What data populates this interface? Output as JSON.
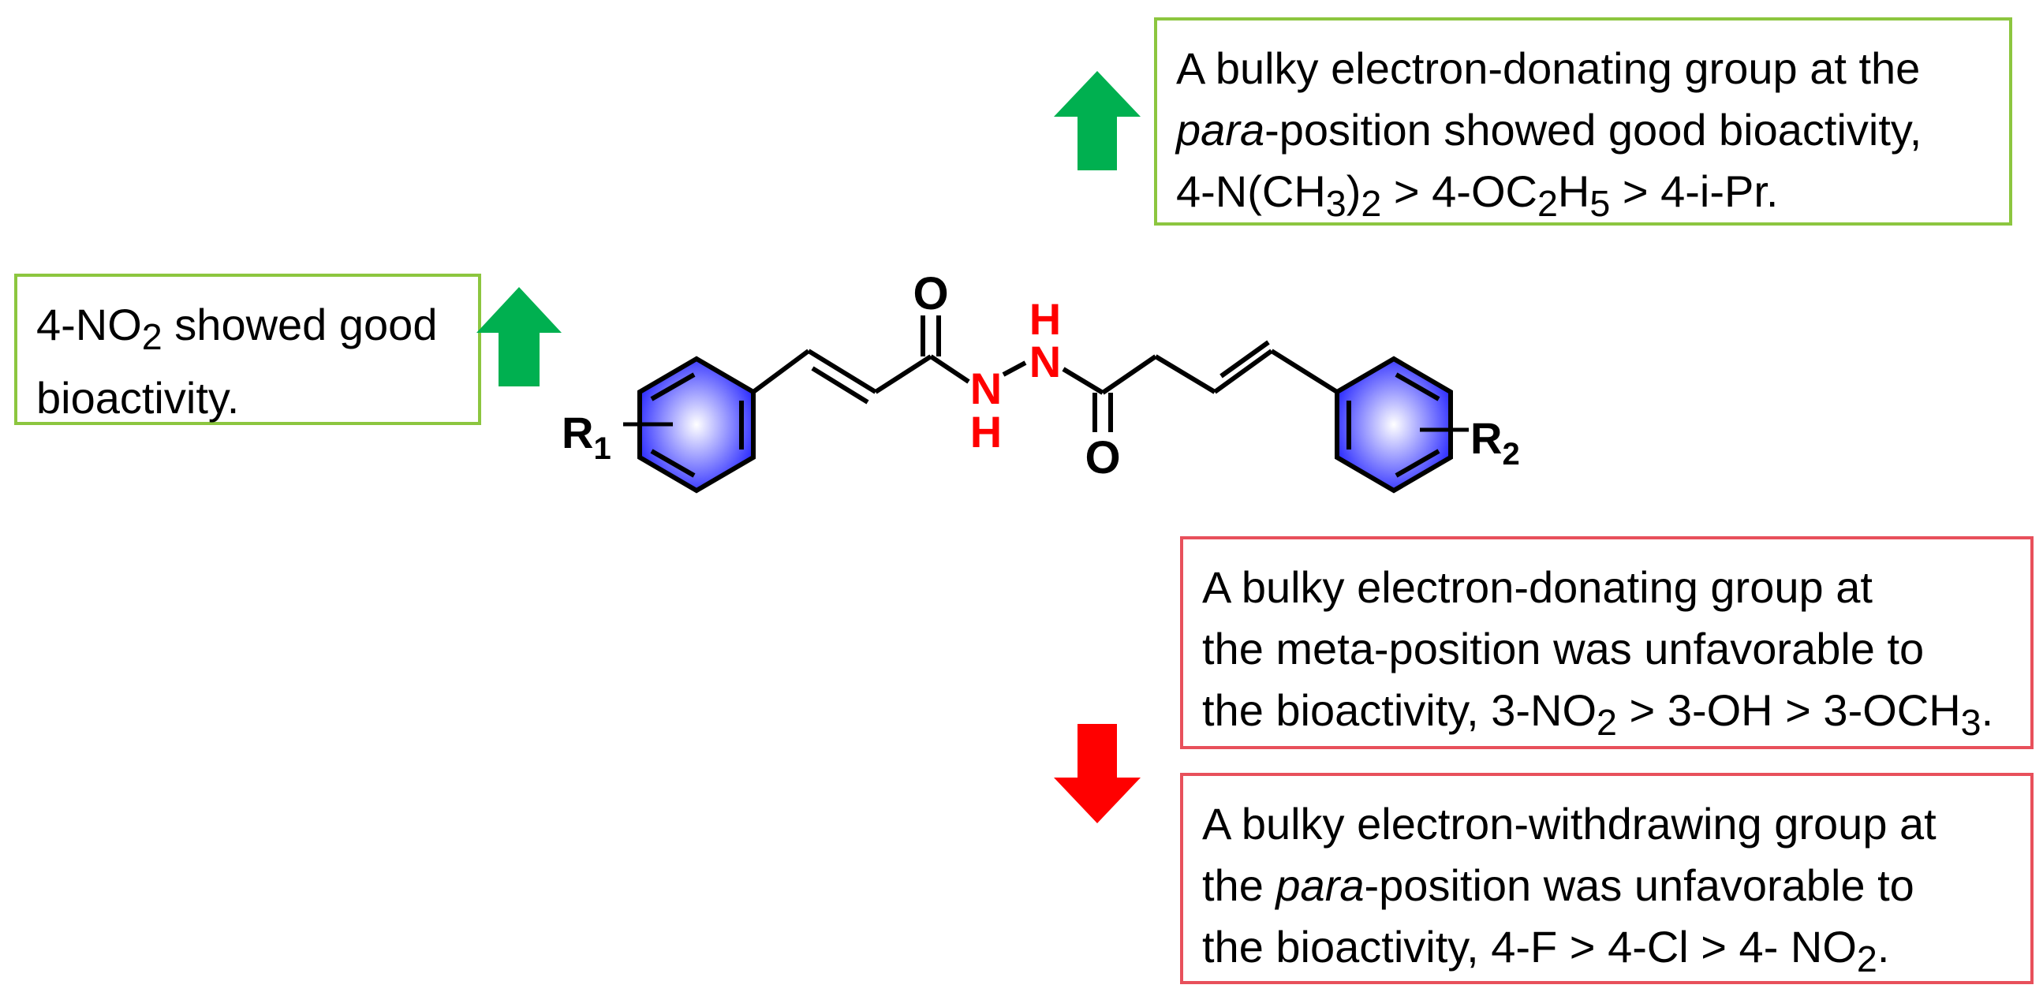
{
  "notes": {
    "para_edg": {
      "line1": "A bulky electron-donating group at the",
      "line2_italic": "para",
      "line2_rest": "-position showed good bioactivity,",
      "line3": {
        "a": "4-N(CH",
        "a_sub": "3",
        "b": ")",
        "b_sub": "2",
        "c": " > 4-OC",
        "c_sub": "2",
        "d": "H",
        "d_sub": "5",
        "e": " > 4-i-Pr."
      }
    },
    "nitro": {
      "a": "4-NO",
      "a_sub": "2",
      "b": " showed good",
      "line2": "bioactivity."
    },
    "meta": {
      "line1": "A bulky electron-donating group at",
      "line2": "the meta-position was unfavorable to",
      "line3": {
        "a": "the bioactivity, 3-NO",
        "a_sub": "2",
        "b": " > 3-OH > 3-OCH",
        "b_sub": "3",
        "c": "."
      }
    },
    "para_ewg": {
      "line1": "A bulky electron-withdrawing group at",
      "line2_pre": "the ",
      "line2_italic": "para",
      "line2_rest": "-position was unfavorable to",
      "line3": {
        "a": "the bioactivity, 4-F > 4-Cl > 4- NO",
        "a_sub": "2",
        "b": "."
      }
    }
  },
  "molecule": {
    "o_top": "O",
    "o_bottom": "O",
    "n1": "N",
    "h1": "H",
    "n2": "N",
    "h2": "H",
    "r1": "R",
    "r1_sub": "1",
    "r2": "R",
    "r2_sub": "2"
  },
  "colors": {
    "green_border": "#8cc63f",
    "red_border": "#e8505b",
    "up_arrow": "#00b050",
    "down_arrow": "#ff0000",
    "ring_fill": "#3a3aff",
    "nh_red": "#ff0000"
  },
  "arrows": {
    "up_icons": [
      "up-arrow-icon",
      "up-arrow-icon"
    ],
    "down_icons": [
      "down-arrow-icon"
    ]
  }
}
